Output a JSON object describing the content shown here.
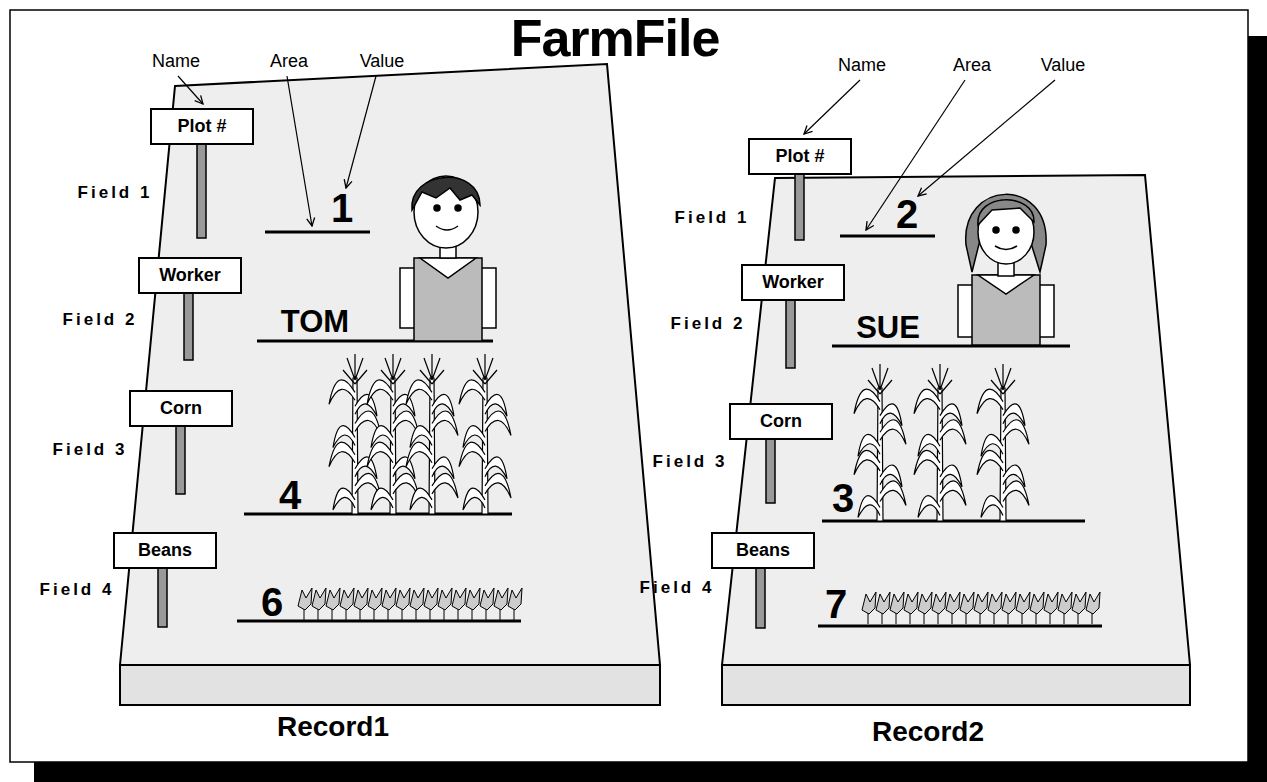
{
  "diagram": {
    "title": "FarmFile",
    "nodes": [
      {
        "text": [
          "Plot #"
        ]
      },
      {
        "text": [
          "Worker"
        ]
      },
      {
        "text": [
          "Corn"
        ]
      },
      {
        "text": [
          "Beans"
        ]
      },
      {
        "text": [
          "Plot #"
        ]
      },
      {
        "text": [
          "Worker"
        ]
      },
      {
        "text": [
          "Corn"
        ]
      },
      {
        "text": [
          "Beans"
        ]
      }
    ],
    "labels": [
      "Name",
      "Area",
      "Value",
      "Field 1",
      "1",
      "Field 2",
      "TOM",
      "Field 3",
      "4",
      "Field 4",
      "6",
      "Record1",
      "Name",
      "Area",
      "Value",
      "Field 1",
      "2",
      "Field 2",
      "SUE",
      "Field 3",
      "3",
      "Field 4",
      "7",
      "Record2"
    ]
  }
}
